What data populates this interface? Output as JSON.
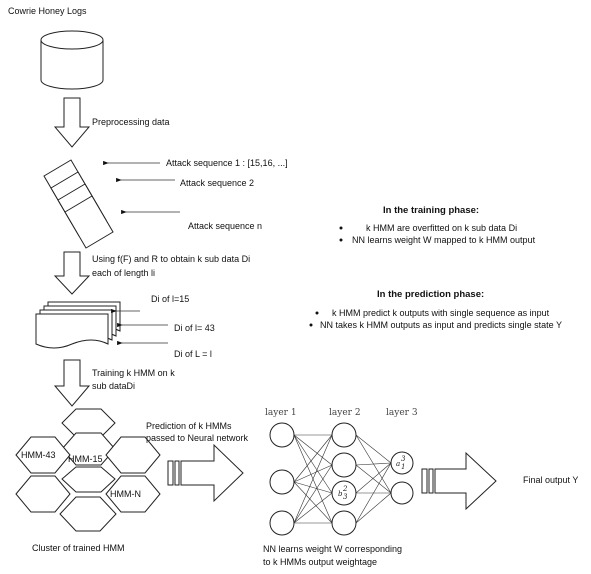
{
  "title": "Cowrie Honey Logs",
  "step_preprocess": "Preprocessing data",
  "attack_sequences": {
    "seq1": "Attack sequence 1 : [15,16, ...]",
    "seq2": "Attack sequence 2",
    "seqn": "Attack sequence n"
  },
  "subdata": {
    "line1": "Using f(F) and R to obtain k sub data Di",
    "line2": "each of length li",
    "di1": "Di of l=15",
    "di2": "Di of l= 43",
    "di3": "Di of L = l"
  },
  "training_step": {
    "line1": "Training k HMM on k",
    "line2": "sub dataDi"
  },
  "hmm_cluster": {
    "h1": "HMM-15",
    "h2": "HMM-43",
    "h3": "HMM-N",
    "caption": "Cluster of trained HMM"
  },
  "prediction_passed": {
    "line1": "Prediction of k HMMs",
    "line2": "passed to Neural network"
  },
  "nn": {
    "layer1": "layer 1",
    "layer2": "layer 2",
    "layer3": "layer 3",
    "a_base": "a",
    "a_sup": "3",
    "a_sub": "1",
    "b_base": "b",
    "b_sup": "2",
    "b_sub": "3",
    "caption1": "NN learns weight W corresponding",
    "caption2": "to k HMMs output weightage"
  },
  "final_output": "Final output Y",
  "training_phase": {
    "title": "In the training phase:",
    "b1": "k HMM are overfitted on k sub data Di",
    "b2": "NN learns weight W mapped to k HMM output"
  },
  "prediction_phase": {
    "title": "In the prediction phase:",
    "b1": "k HMM predict k outputs with single sequence as input",
    "b2": "NN takes k HMM outputs as input and predicts single state Y"
  }
}
